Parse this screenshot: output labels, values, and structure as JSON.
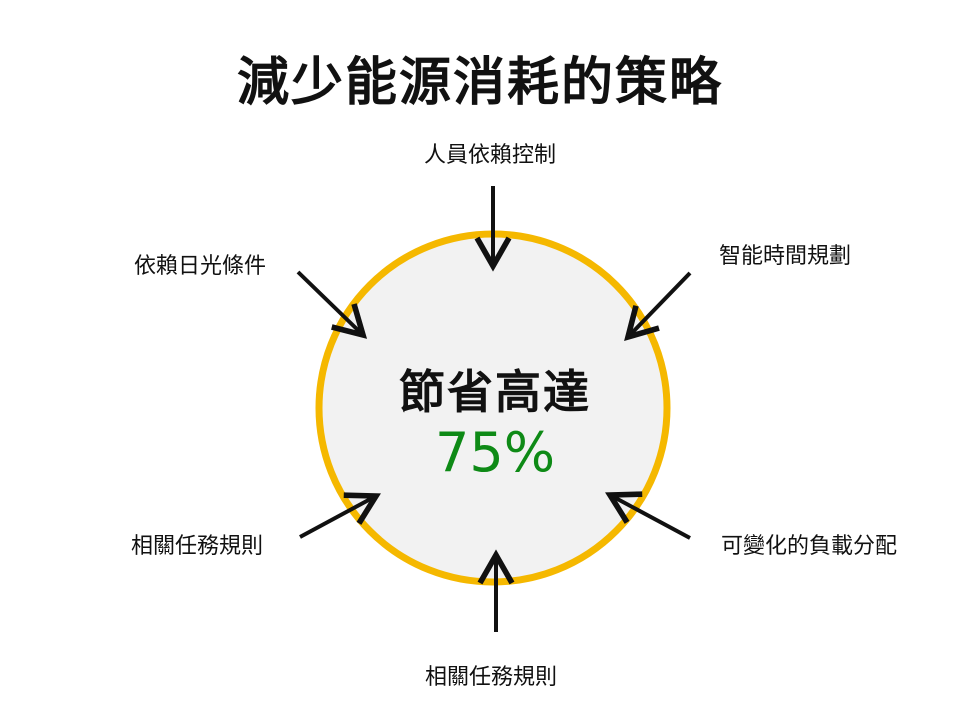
{
  "title": "減少能源消耗的策略",
  "center": {
    "label": "節省高達",
    "value": "75%"
  },
  "strategies": [
    "人員依賴控制",
    "智能時間規劃",
    "可變化的負載分配",
    "相關任務規則",
    "相關任務規則",
    "依賴日光條件"
  ],
  "colors": {
    "ring": "#F5B800",
    "circle_fill": "#F2F2F2",
    "value": "#0E8A16",
    "arrow": "#111111",
    "text": "#111111"
  }
}
